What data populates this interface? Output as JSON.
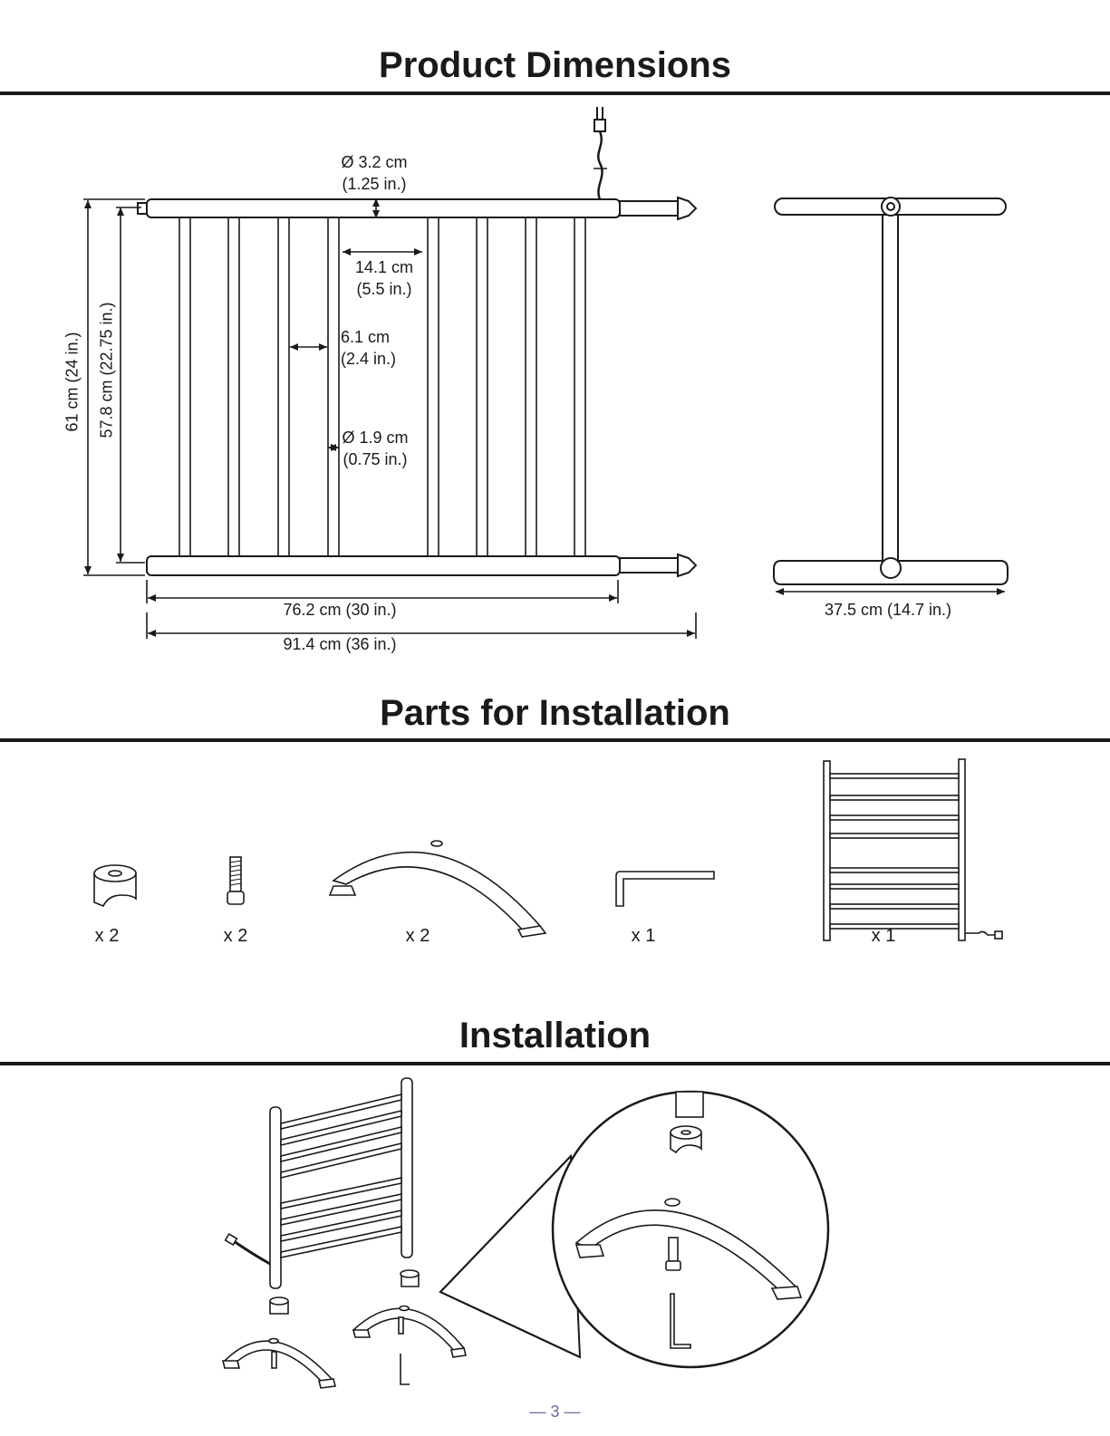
{
  "sections": {
    "dimensions_title": "Product Dimensions",
    "parts_title": "Parts for Installation",
    "installation_title": "Installation"
  },
  "dimensions": {
    "top_bar_diameter": [
      "Ø 3.2 cm",
      "(1.25 in.)"
    ],
    "bar_spacing_wide": [
      "14.1 cm",
      "(5.5 in.)"
    ],
    "bar_spacing_narrow": [
      "6.1 cm",
      "(2.4 in.)"
    ],
    "rail_diameter": [
      "Ø 1.9 cm",
      "(0.75 in.)"
    ],
    "total_height": "61 cm (24 in.)",
    "inner_height": "57.8 cm (22.75 in.)",
    "inner_width": "76.2 cm (30 in.)",
    "total_width": "91.4 cm (36 in.)",
    "depth": "37.5 cm (14.7 in.)"
  },
  "parts": [
    {
      "name": "foot-cap",
      "qty": "x 2"
    },
    {
      "name": "bolt",
      "qty": "x 2"
    },
    {
      "name": "arched-base",
      "qty": "x 2"
    },
    {
      "name": "hex-key",
      "qty": "x 1"
    },
    {
      "name": "towel-rack",
      "qty": "x 1"
    }
  ],
  "page_number": "— 3 —"
}
